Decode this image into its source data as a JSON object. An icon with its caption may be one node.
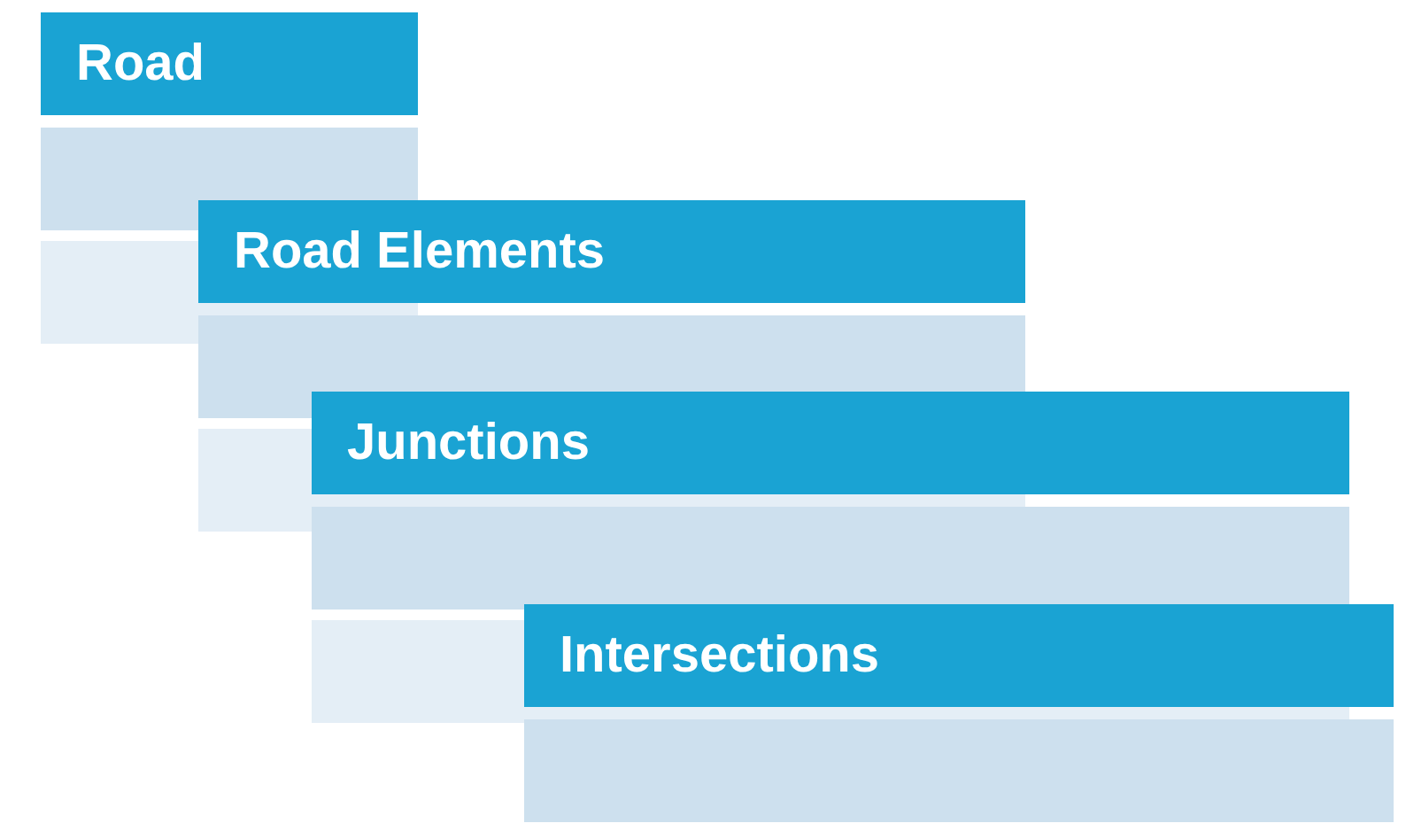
{
  "diagram": {
    "nodes": [
      {
        "text": [
          "Road"
        ]
      },
      {
        "text": [
          "Road Elements"
        ]
      },
      {
        "text": [
          "Junctions"
        ]
      },
      {
        "text": [
          "Intersections"
        ]
      }
    ]
  }
}
